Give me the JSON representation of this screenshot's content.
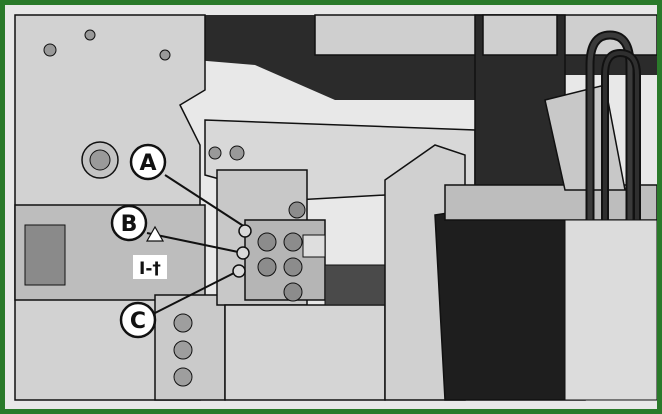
{
  "colors": {
    "frame": "#2a7a2a",
    "background": "#ffffff",
    "dark": "#1a1a1a",
    "mid": "#5a5a5a",
    "light": "#bdbdbd",
    "lightest": "#e2e2e2",
    "callout_fill": "#ffffff",
    "callout_stroke": "#111111"
  },
  "callouts": [
    {
      "label": "A"
    },
    {
      "label": "B"
    },
    {
      "label": "C"
    }
  ],
  "symbol": {
    "label": "I-†"
  }
}
